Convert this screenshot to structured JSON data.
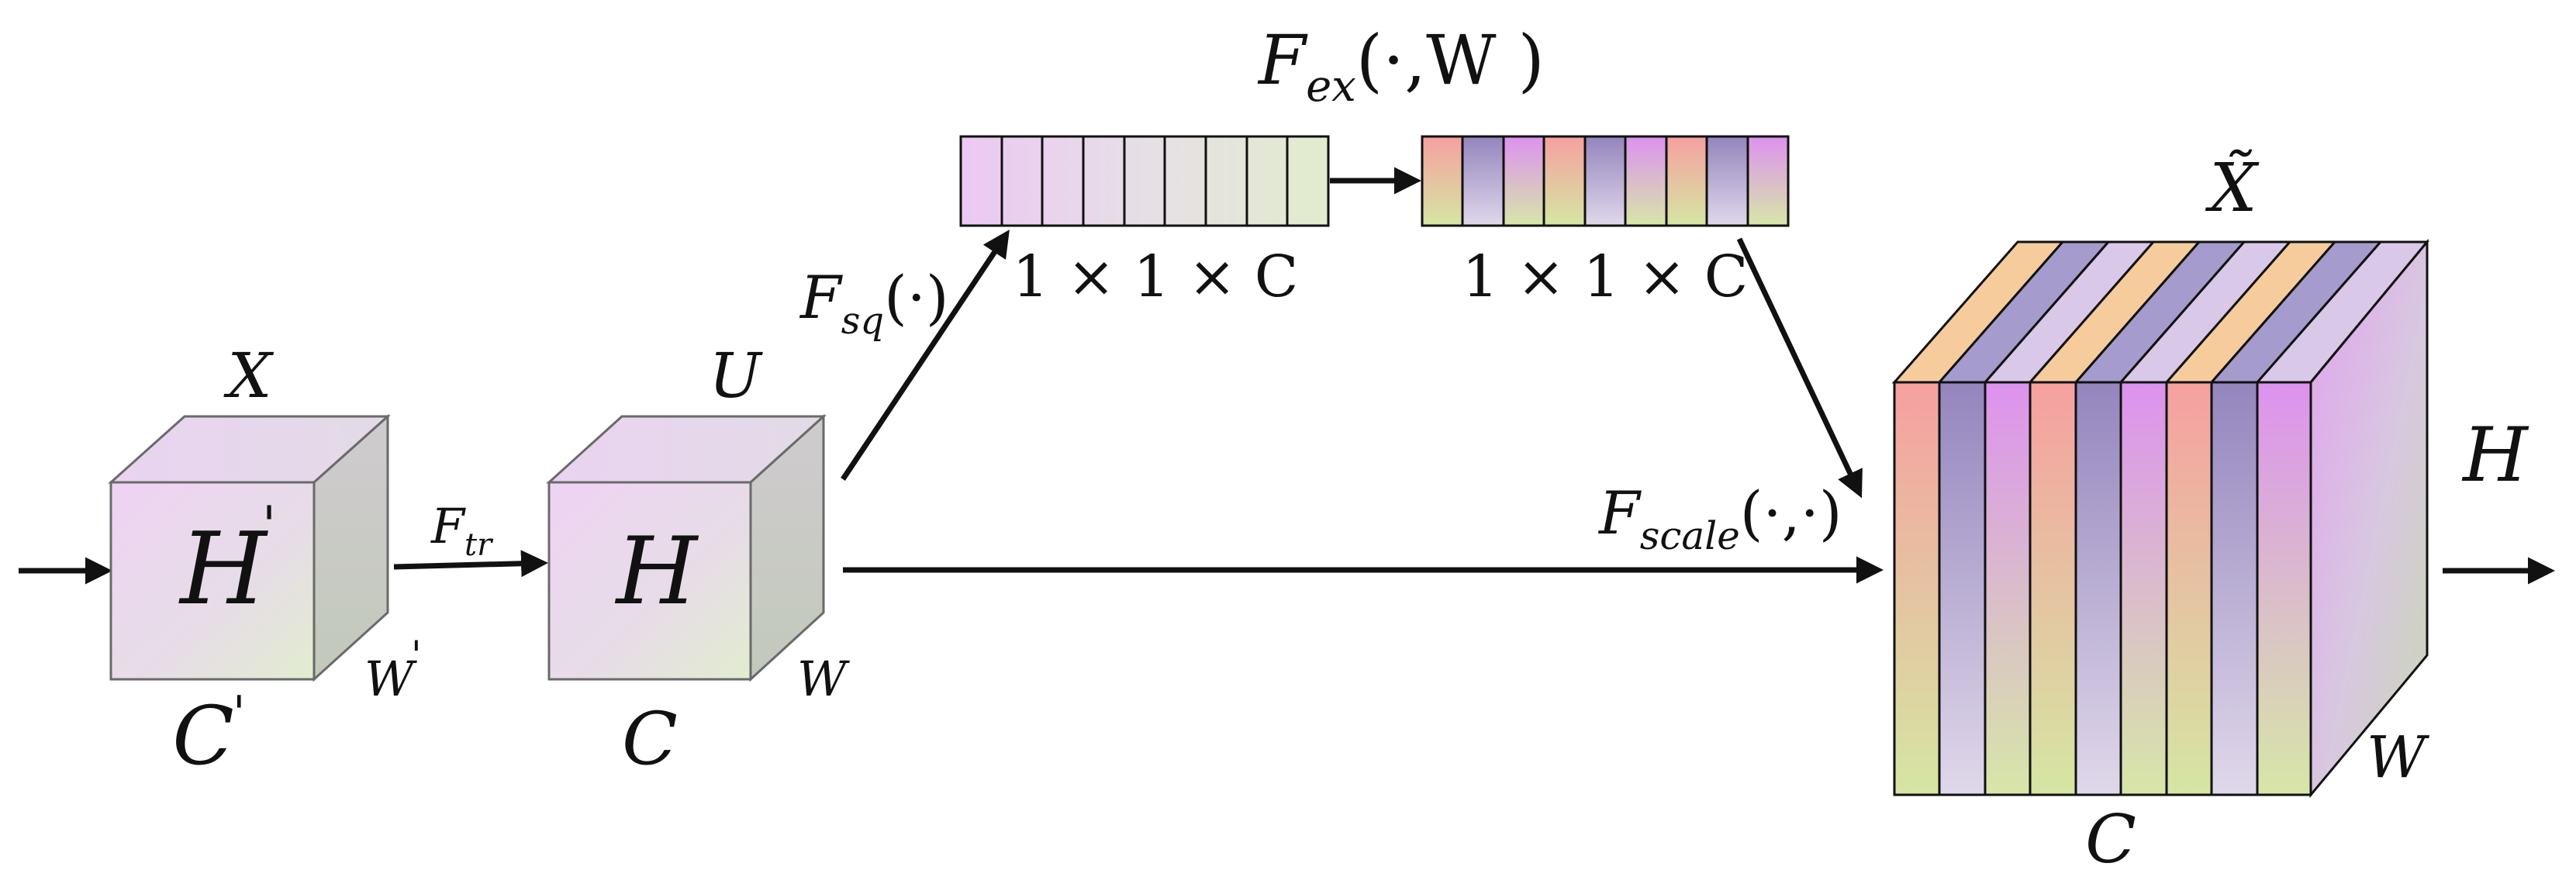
{
  "labels": {
    "x_top": "X",
    "x_height": "H",
    "x_height_prime": "'",
    "x_width": "W",
    "x_width_prime": "'",
    "x_channels": "C",
    "x_channels_prime": "'",
    "f_tr_main": "F",
    "f_tr_sub": "tr",
    "u_top": "U",
    "u_height": "H",
    "u_width": "W",
    "u_channels": "C",
    "f_sq_main": "F",
    "f_sq_sub": "sq",
    "f_sq_args": "(·)",
    "f_ex_main": "F",
    "f_ex_sub": "ex",
    "f_ex_args": "(·,W )",
    "vec1_dims": "1 × 1 × C",
    "vec2_dims": "1 × 1 × C",
    "x_tilde": "X̃",
    "out_height": "H",
    "out_width": "W",
    "out_channels": "C",
    "f_scale_main": "F",
    "f_scale_sub": "scale",
    "f_scale_args": "(·,·)"
  },
  "colors": {
    "cube_front_top": "#efd6f3",
    "cube_front_bottom": "#e8ecd6",
    "cube_side": "#c9c7c9",
    "cube_top": "#e6d6ee",
    "channel_pink": "#f4a3a3",
    "channel_violet": "#9b8cc2",
    "channel_magenta": "#e29af0",
    "channel_lime": "#d7e6a3",
    "channel_peach": "#f6cc9c"
  }
}
